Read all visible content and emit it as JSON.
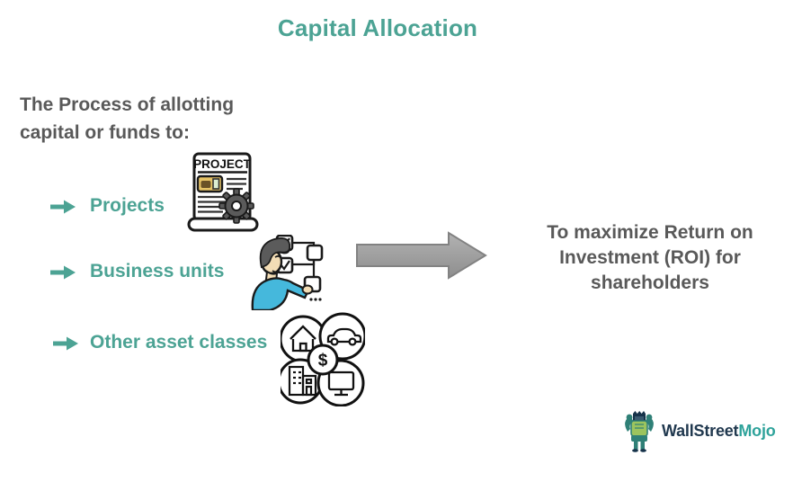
{
  "title": "Capital Allocation",
  "intro": {
    "lines": [
      "The Process of allotting",
      "capital or funds to:"
    ]
  },
  "bullets": [
    {
      "label": "Projects",
      "icon": "project-document-icon"
    },
    {
      "label": "Business units",
      "icon": "person-flowchart-icon"
    },
    {
      "label": "Other asset classes",
      "icon": "asset-classes-icon"
    }
  ],
  "project_doc_label": "PROJECT",
  "assets_dollar": "$",
  "flow_arrow": {
    "direction": "right",
    "meaning": "leads-to"
  },
  "outcome": {
    "lines": [
      "To maximize Return on",
      "Investment (ROI) for",
      "shareholders"
    ]
  },
  "logo": {
    "brand_part1": "WallStreet",
    "brand_part2": "Mojo",
    "mascot": "wallstreetmojo-mascot"
  },
  "colors": {
    "teal_text": "#4CA394",
    "gray_text": "#595959",
    "arrow_fill": "#A3A3A3",
    "arrow_stroke": "#828282",
    "logo_navy": "#21394F",
    "logo_teal": "#2FA39B",
    "shirt_blue": "#45B8DC",
    "skin_tan": "#F3DDB5",
    "hair_gray": "#5B5B5B",
    "thumb_gold": "#E6C366",
    "gear_gray": "#5A5A5A",
    "mascot_teal": "#2F8077",
    "mascot_green": "#9CC45E"
  }
}
